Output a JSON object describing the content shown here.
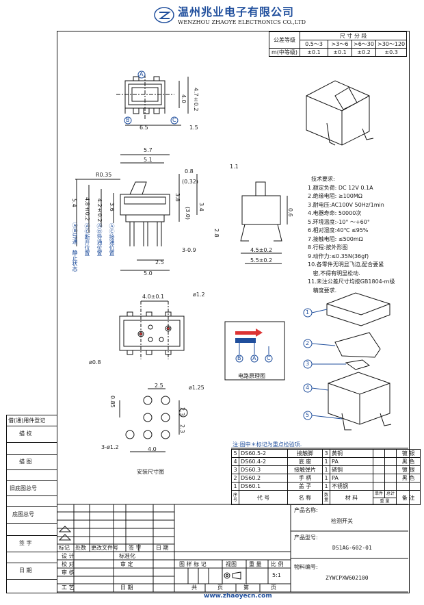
{
  "header": {
    "company_cn": "温州兆业电子有限公司",
    "company_en": "WENZHOU ZHAOYE ELECTRONICS CO.,LTD",
    "website": "www.zhaoyecn.com"
  },
  "tolerance_table": {
    "label_grade": "公差等级",
    "label_size": "尺 寸 分 段",
    "ranges": [
      "0.5～3",
      ">3～6",
      ">6～30",
      ">30～120"
    ],
    "grade": "m(中等级)",
    "values": [
      "±0.1",
      "±0.1",
      "±0.2",
      "±0.3"
    ]
  },
  "drawing": {
    "dims_top": [
      "6.5",
      "1.5",
      "4.0",
      "4.7±0.2"
    ],
    "dims_side": [
      "5.7",
      "5.1",
      "0.8",
      "(0.32)",
      "R0.35",
      "5.4",
      "4.8±0.2",
      "4.2±0.2",
      "3.6",
      "3.8",
      "3.4",
      "(3.0)",
      "2.5",
      "3-0.9",
      "5.0"
    ],
    "dims_end": [
      "1.1",
      "0.6",
      "2.8",
      "4.5±0.2",
      "5.5±0.2"
    ],
    "dims_bottom": [
      "4.0±0.1",
      "ø1.2",
      "ø0.8"
    ],
    "dims_mount": [
      "2.5",
      "ø1.25",
      "0.85",
      "2.3",
      "2.3",
      "3-ø1.2",
      "4.0"
    ],
    "mount_label": "安装尺寸图",
    "circle_labels": [
      "A",
      "B",
      "C"
    ],
    "state_labels": [
      "静止状态",
      "ⒶⒷ导通",
      "ⒶⒸ断开位置",
      "ⒶⒷ导通位置",
      "ⒶⒸ接通位置"
    ],
    "circuit_label": "电路原理图",
    "part_numbers": [
      "1",
      "2",
      "3",
      "4",
      "5"
    ]
  },
  "tech": {
    "title": "技术要求:",
    "items": [
      "1.额定负荷: DC 12V 0.1A",
      "2.绝缘电阻: ≥100MΩ",
      "3.耐电压:AC100V 50Hz/1min",
      "4.电器寿命: 50000次",
      "5.环境温度:-10° ～+60°",
      "6.相对湿度:40℃ ≤95%",
      "7.接触电阻: ≤500mΩ",
      "8.行程:按外形图",
      "9.动作力:≤0.35N(36gf)",
      "10.各零件无明显飞边,配合要紧",
      "   密,不得有明显松动.",
      "11.未注公差尺寸均按GB1804-m级",
      "   精度要求."
    ]
  },
  "note": "注:图中＊标记为重点检验项.",
  "bom": {
    "rows": [
      {
        "no": "5",
        "code": "DS60.5-2",
        "name": "接触脚",
        "qty": "3",
        "material": "黄铜",
        "finish": "镀 银"
      },
      {
        "no": "4",
        "code": "DS60.4-2",
        "name": "底 座",
        "qty": "1",
        "material": "PA",
        "finish": "黑 色"
      },
      {
        "no": "3",
        "code": "DS60.3",
        "name": "接触弹片",
        "qty": "1",
        "material": "磷铜",
        "finish": "镀 银"
      },
      {
        "no": "2",
        "code": "DS60.2",
        "name": "手 柄",
        "qty": "1",
        "material": "PA",
        "finish": "黑 色"
      },
      {
        "no": "1",
        "code": "DS60.1",
        "name": "盖 子",
        "qty": "1",
        "material": "不锈钢",
        "finish": ""
      }
    ],
    "headers": {
      "no": "序号",
      "code": "代 号",
      "name": "名 称",
      "qty": "数量",
      "material": "材 料",
      "single": "单件",
      "total": "总计",
      "weight": "重 量",
      "remark": "备 注"
    }
  },
  "left_strip": [
    "借(通)用件登记",
    "描 校",
    "描 图",
    "旧底图总号",
    "底图总号",
    "签 字",
    "日 期"
  ],
  "title_block": {
    "rev_headers": [
      "标记",
      "处数",
      "更改文件号",
      "签 字",
      "日 期"
    ],
    "roles": [
      "设 计",
      "校 对",
      "审 核",
      "工 艺"
    ],
    "mid": [
      "标准化",
      "审 定",
      "",
      "日 期"
    ],
    "stage_headers": [
      "图 样 标 记",
      "视图",
      "重 量",
      "比 例"
    ],
    "scale": "5:1",
    "sheet": [
      "共",
      "页",
      "第",
      "页"
    ],
    "product_name_label": "产品名称:",
    "product_name": "检测开关",
    "model_label": "产品型号:",
    "model": "DS1AG-602-01",
    "material_label": "物料编号:",
    "material": "ZYWCPXW602100"
  }
}
